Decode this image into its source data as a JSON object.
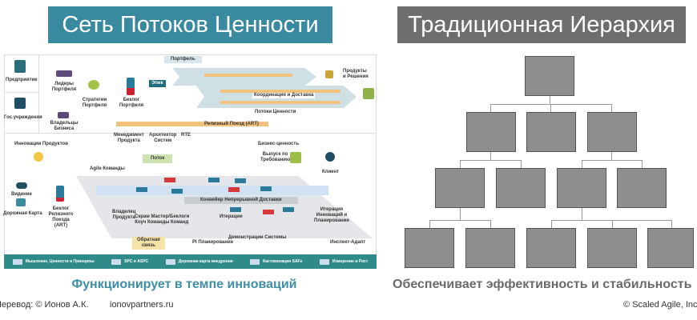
{
  "left": {
    "title": "Сеть Потоков Ценности",
    "subtitle": "Функционирует в темпе инноваций",
    "diagram": {
      "portfolio": "Портфель",
      "enterprise": "Предприятие",
      "gov": "Гос.учреждения",
      "leaders": "Лидеры\nПортфеля",
      "strategy": "Стратегии\nПортфеля",
      "backlog": "Беклог\nПортфеля",
      "epic": "Эпик",
      "products": "Продукты\nи Решения",
      "coordination": "Координация и Доставка",
      "value_streams": "Потоки Ценности",
      "owners": "Владельцы\nБизнеса",
      "art": "Релизный Поезд (ART)",
      "pm": "Менеджмент\nПродукта",
      "arch": "Архитектор\nСистем",
      "rte": "RTE",
      "innovation": "Инновации Продуктов",
      "business_value": "Бизнес-ценность",
      "flow": "Поток",
      "release": "Выпуск по\nТребованию",
      "customer": "Клиент",
      "agile_teams": "Agile Команды",
      "vision": "Видение",
      "roadmap": "Дорожная Карта",
      "art_backlog": "Беклог\nРелизного\nПоезда\n(ART)",
      "cd": "Конвейер Непрерывной Доставки",
      "po": "Владелец\nПродукта",
      "sm": "Скрам Мастер/\nКоуч Команды",
      "team_backlogs": "Беклоги\nКоманд",
      "iterations": "Итерации",
      "ip": "Итерация\nИнноваций и\nПланирования",
      "demos": "Демонстрации Системы",
      "pi": "PI Планирование",
      "ia": "Инспект-Адапт",
      "feedback": "Обратная\nсвязь"
    },
    "band": [
      "Мышление, Ценности и Принципы",
      "SPC и ASPC",
      "Дорожная карта внедрения",
      "Кастомизация SAFe",
      "Измерение и Рост"
    ]
  },
  "right": {
    "title": "Традиционная Иерархия",
    "subtitle": "Обеспечивает эффективность и стабильность"
  },
  "footer": {
    "translation": "Перевод: © Ионов А.К.",
    "site": "ionovpartners.ru",
    "copyright": "© Scaled Agile, Inc."
  },
  "colors": {
    "teal": "#3a8a9f",
    "gray": "#6e6e6e",
    "box": "#8e8e8e"
  }
}
